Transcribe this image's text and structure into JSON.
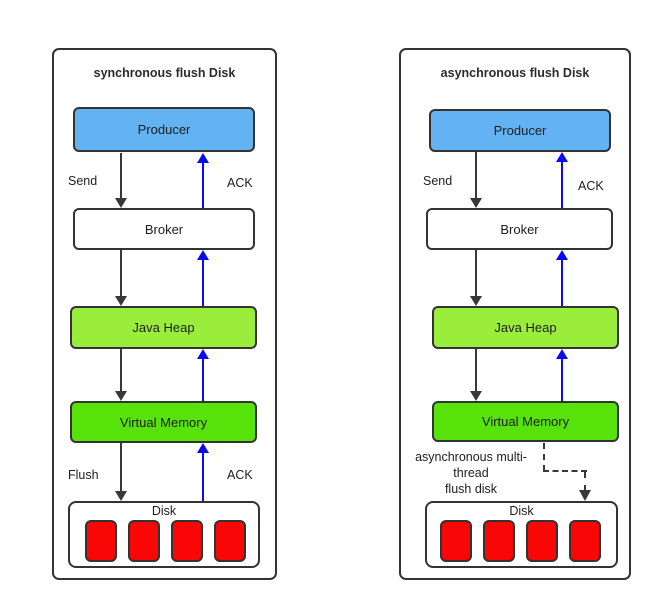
{
  "colors": {
    "panel_border": "#333333",
    "producer_fill": "#63b2f2",
    "java_heap_fill": "#9aee3b",
    "virtual_memory_fill": "#57e20a",
    "disk_cell_fill": "#f90606",
    "down_arrow": "#383838",
    "up_arrow": "#0a0af0"
  },
  "left_panel": {
    "title": "synchronous flush Disk",
    "producer_label": "Producer",
    "broker_label": "Broker",
    "java_heap_label": "Java Heap",
    "virtual_memory_label": "Virtual Memory",
    "disk_label": "Disk",
    "disk_cell_count": 4,
    "send_label": "Send",
    "ack_upper_label": "ACK",
    "flush_label": "Flush",
    "ack_lower_label": "ACK"
  },
  "right_panel": {
    "title": "asynchronous flush Disk",
    "producer_label": "Producer",
    "broker_label": "Broker",
    "java_heap_label": "Java Heap",
    "virtual_memory_label": "Virtual Memory",
    "disk_label": "Disk",
    "disk_cell_count": 4,
    "send_label": "Send",
    "ack_upper_label": "ACK",
    "flush_note": "asynchronous multi-\nthread\nflush disk"
  }
}
